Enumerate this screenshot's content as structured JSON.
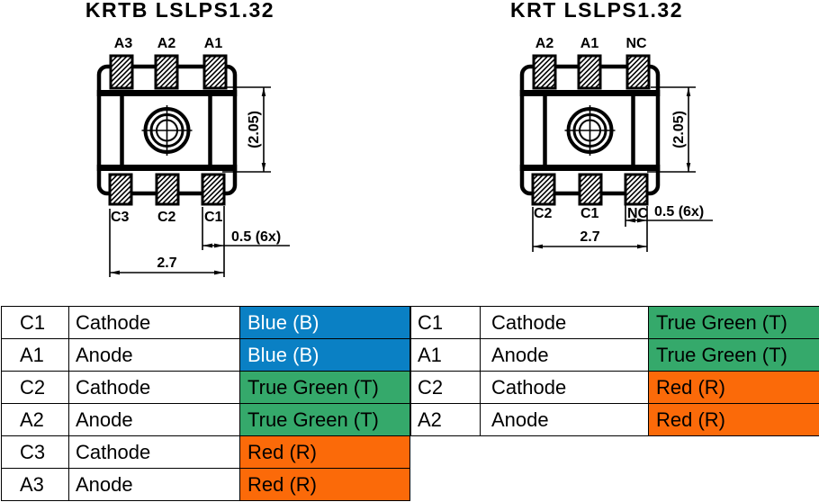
{
  "diagrams": [
    {
      "title": "KRTB LSLPS1.32",
      "top_pins": [
        "A3",
        "A2",
        "A1"
      ],
      "bottom_pins": [
        "C3",
        "C2",
        "C1"
      ],
      "dim_height": "(2.05)",
      "dim_pad": "0.5 (6x)",
      "dim_pitch": "2.7"
    },
    {
      "title": "KRT LSLPS1.32",
      "top_pins": [
        "A2",
        "A1",
        "NC"
      ],
      "bottom_pins": [
        "C2",
        "C1",
        "NC"
      ],
      "dim_height": "(2.05)",
      "dim_pad": "0.5 (6x)",
      "dim_pitch": "2.7"
    }
  ],
  "colors": {
    "blue": "#0a80c4",
    "green": "#35a96b",
    "red": "#fb6a09",
    "blue_text": "#ffffff",
    "default_text": "#000000"
  },
  "pin_tables": [
    {
      "rows": [
        {
          "pin": "C1",
          "function": "Cathode",
          "color_label": "Blue (B)",
          "color": "blue"
        },
        {
          "pin": "A1",
          "function": "Anode",
          "color_label": "Blue (B)",
          "color": "blue"
        },
        {
          "pin": "C2",
          "function": "Cathode",
          "color_label": "True Green (T)",
          "color": "green"
        },
        {
          "pin": "A2",
          "function": "Anode",
          "color_label": "True Green (T)",
          "color": "green"
        },
        {
          "pin": "C3",
          "function": "Cathode",
          "color_label": "Red (R)",
          "color": "red"
        },
        {
          "pin": "A3",
          "function": "Anode",
          "color_label": "Red (R)",
          "color": "red"
        }
      ]
    },
    {
      "rows": [
        {
          "pin": "C1",
          "function": "Cathode",
          "color_label": "True Green (T)",
          "color": "green"
        },
        {
          "pin": "A1",
          "function": "Anode",
          "color_label": "True Green (T)",
          "color": "green"
        },
        {
          "pin": "C2",
          "function": "Cathode",
          "color_label": "Red (R)",
          "color": "red"
        },
        {
          "pin": "A2",
          "function": "Anode",
          "color_label": "Red (R)",
          "color": "red"
        }
      ]
    }
  ]
}
